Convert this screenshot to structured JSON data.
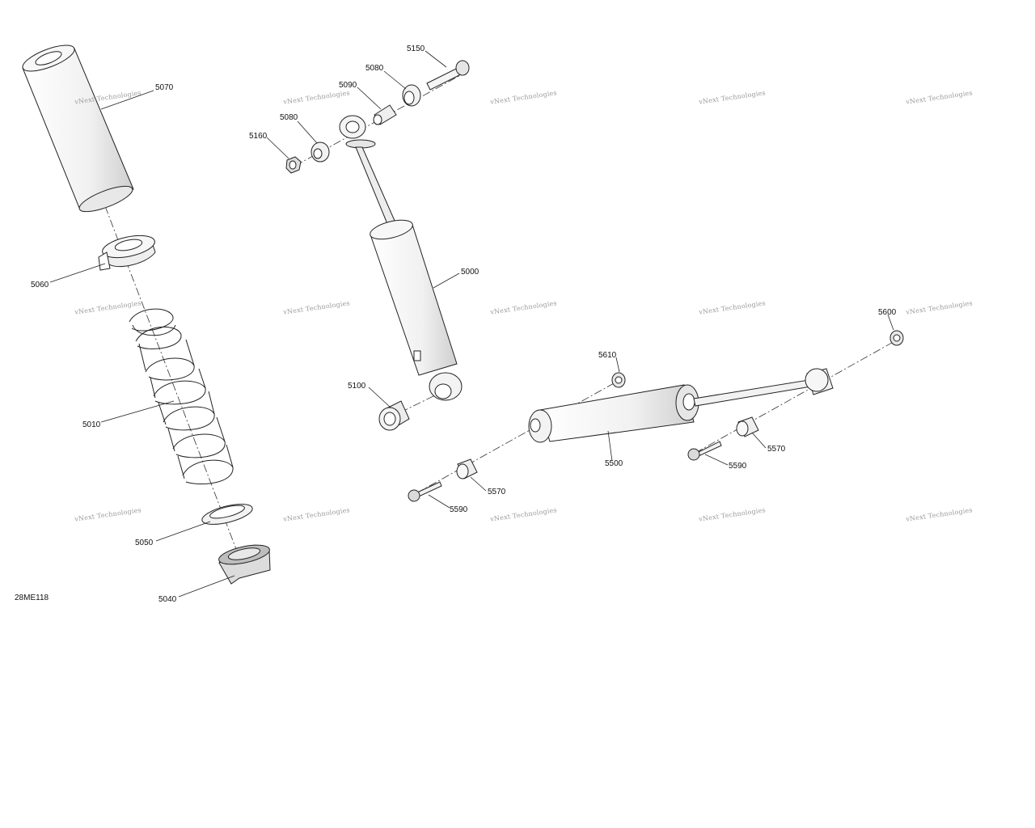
{
  "diagram_id": "28ME118",
  "watermark": "vNext Technologies",
  "callouts": {
    "c5070": "5070",
    "c5060": "5060",
    "c5010": "5010",
    "c5050": "5050",
    "c5040": "5040",
    "c5150": "5150",
    "c5080a": "5080",
    "c5090": "5090",
    "c5080b": "5080",
    "c5160": "5160",
    "c5000": "5000",
    "c5100": "5100",
    "c5610": "5610",
    "c5600": "5600",
    "c5500": "5500",
    "c5570a": "5570",
    "c5590a": "5590",
    "c5570b": "5570",
    "c5590b": "5590"
  },
  "colors": {
    "line": "#222222",
    "fill": "#f4f4f4",
    "shade": "#d6d6d6",
    "watermark": "#9a9a9a"
  }
}
